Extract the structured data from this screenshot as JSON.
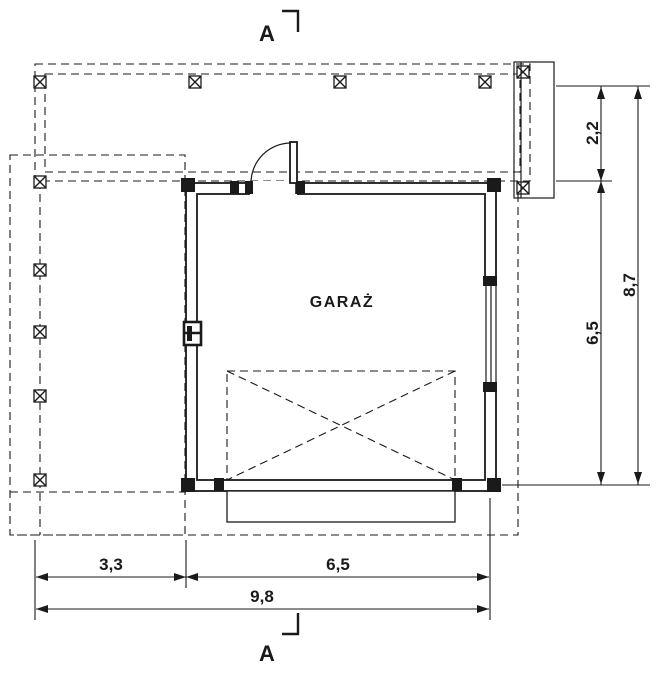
{
  "drawing": {
    "room_label": "GARAŻ",
    "section": {
      "top": "A",
      "bottom": "A"
    },
    "dimensions": {
      "right_upper": "2,2",
      "right_lower": "6,5",
      "right_total": "8,7",
      "bottom_left": "3,3",
      "bottom_right": "6,5",
      "bottom_total": "9,8"
    },
    "colors": {
      "line": "#1a1a1a",
      "background": "#ffffff"
    }
  }
}
